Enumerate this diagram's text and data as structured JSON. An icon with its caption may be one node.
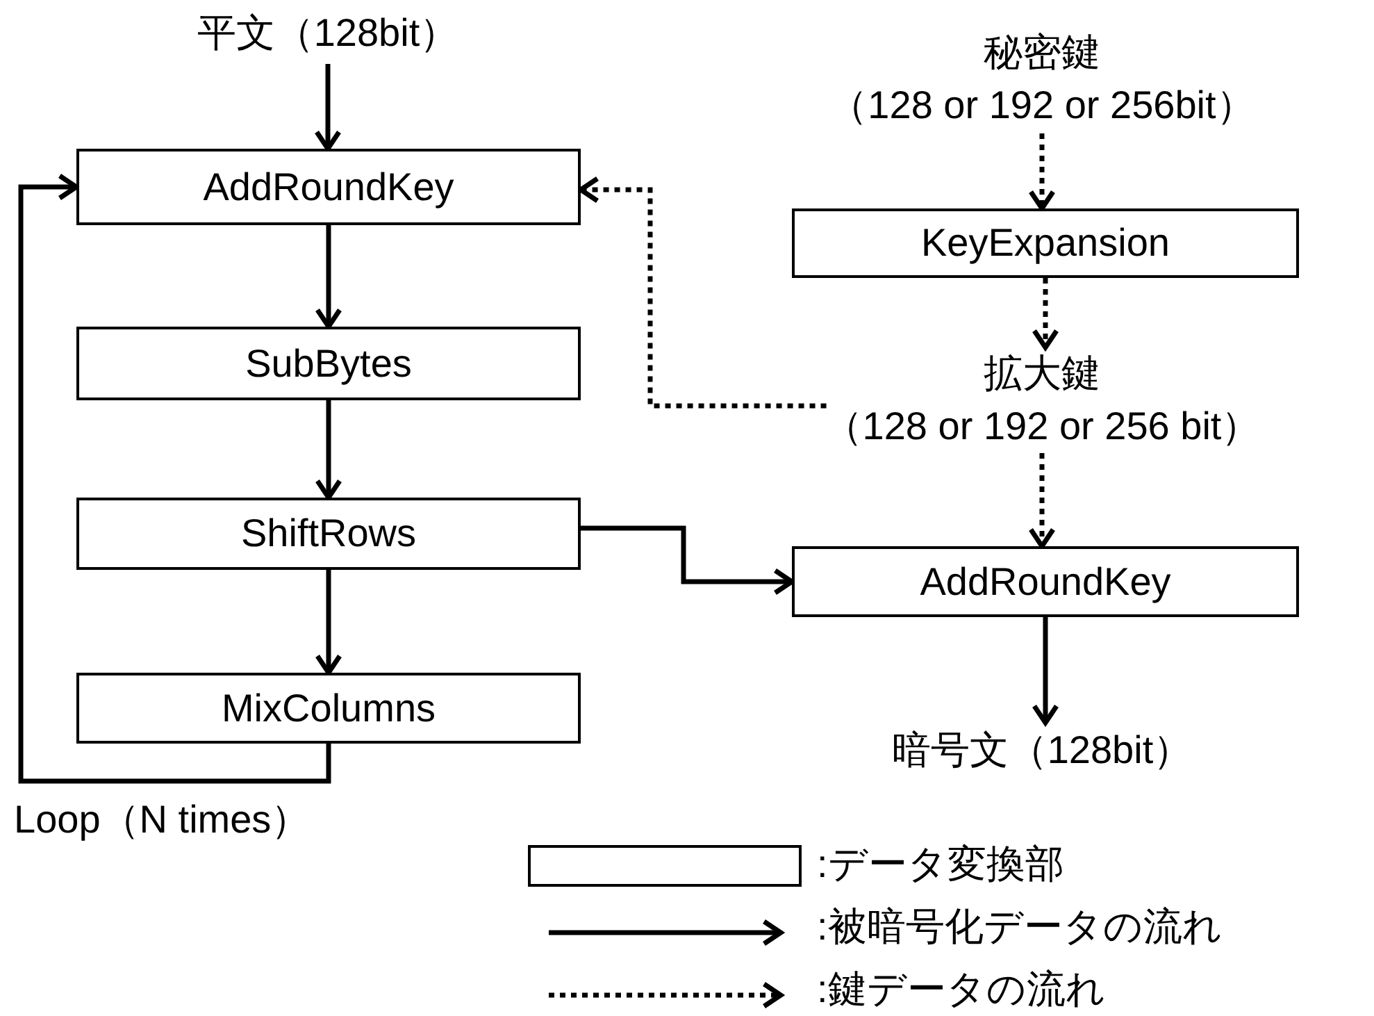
{
  "diagram": {
    "nodes": [
      {
        "text": [
          "平文（128bit）"
        ]
      },
      {
        "text": [
          "AddRoundKey"
        ]
      },
      {
        "text": [
          "SubBytes"
        ]
      },
      {
        "text": [
          "ShiftRows"
        ]
      },
      {
        "text": [
          "MixColumns"
        ]
      },
      {
        "text": [
          "秘密鍵",
          "（128 or 192 or 256bit）"
        ]
      },
      {
        "text": [
          "KeyExpansion"
        ]
      },
      {
        "text": [
          "拡大鍵",
          "（128 or 192 or 256 bit）"
        ]
      },
      {
        "text": [
          "AddRoundKey"
        ]
      },
      {
        "text": [
          "暗号文（128bit）"
        ]
      }
    ],
    "edges": [
      {
        "from": 0,
        "to": 1,
        "arrow": "to"
      },
      {
        "from": 1,
        "to": 2,
        "arrow": "to"
      },
      {
        "from": 2,
        "to": 3,
        "arrow": "to"
      },
      {
        "from": 3,
        "to": 4,
        "arrow": "to"
      },
      {
        "from": 4,
        "to": 1,
        "arrow": "to",
        "label": "Loop（N times）"
      },
      {
        "from": 3,
        "to": 8,
        "arrow": "to"
      },
      {
        "from": 8,
        "to": 9,
        "arrow": "to"
      },
      {
        "from": 5,
        "to": 6,
        "arrow": "to",
        "style": "dashed"
      },
      {
        "from": 6,
        "to": 7,
        "arrow": "to",
        "style": "dashed"
      },
      {
        "from": 7,
        "to": 1,
        "arrow": "to",
        "style": "dashed"
      },
      {
        "from": 7,
        "to": 8,
        "arrow": "to",
        "style": "dashed"
      }
    ],
    "legend": [
      {
        "text": ":データ変換部"
      },
      {
        "text": ":被暗号化データの流れ"
      },
      {
        "text": ":鍵データの流れ"
      }
    ]
  }
}
